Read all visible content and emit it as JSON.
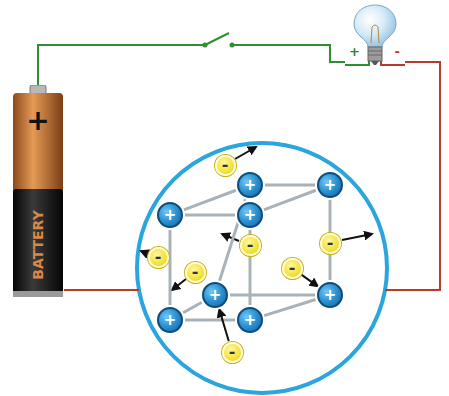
{
  "diagram": {
    "nodes": [
      {
        "text": [
          "+",
          "BATTERY"
        ]
      },
      {
        "text": [
          "+",
          "-"
        ]
      },
      {
        "text": [
          "+"
        ]
      },
      {
        "text": [
          "+"
        ]
      },
      {
        "text": [
          "+"
        ]
      },
      {
        "text": [
          "+"
        ]
      },
      {
        "text": [
          "+"
        ]
      },
      {
        "text": [
          "+"
        ]
      },
      {
        "text": [
          "+"
        ]
      },
      {
        "text": [
          "+"
        ]
      },
      {
        "text": [
          "-"
        ]
      },
      {
        "text": [
          "-"
        ]
      },
      {
        "text": [
          "-"
        ]
      },
      {
        "text": [
          "-"
        ]
      },
      {
        "text": [
          "-"
        ]
      },
      {
        "text": [
          "-"
        ]
      },
      {
        "text": [
          "-"
        ]
      }
    ],
    "edges": [
      {
        "from": 0,
        "to": 1,
        "arrow": "none"
      },
      {
        "from": 0,
        "to": 1,
        "arrow": "none"
      },
      {
        "from": 2,
        "to": 3,
        "arrow": "none"
      },
      {
        "from": 3,
        "to": 7,
        "arrow": "none"
      },
      {
        "from": 7,
        "to": 6,
        "arrow": "none"
      },
      {
        "from": 6,
        "to": 2,
        "arrow": "none"
      },
      {
        "from": 4,
        "to": 5,
        "arrow": "none"
      },
      {
        "from": 5,
        "to": 9,
        "arrow": "none"
      },
      {
        "from": 9,
        "to": 8,
        "arrow": "none"
      },
      {
        "from": 8,
        "to": 4,
        "arrow": "none"
      },
      {
        "from": 4,
        "to": 2,
        "arrow": "none"
      },
      {
        "from": 5,
        "to": 3,
        "arrow": "none"
      },
      {
        "from": 8,
        "to": 6,
        "arrow": "none"
      },
      {
        "from": 9,
        "to": 7,
        "arrow": "none"
      },
      {
        "from": 14,
        "to": 7,
        "arrow": "to"
      },
      {
        "from": 16,
        "to": 6,
        "arrow": "to"
      }
    ]
  }
}
